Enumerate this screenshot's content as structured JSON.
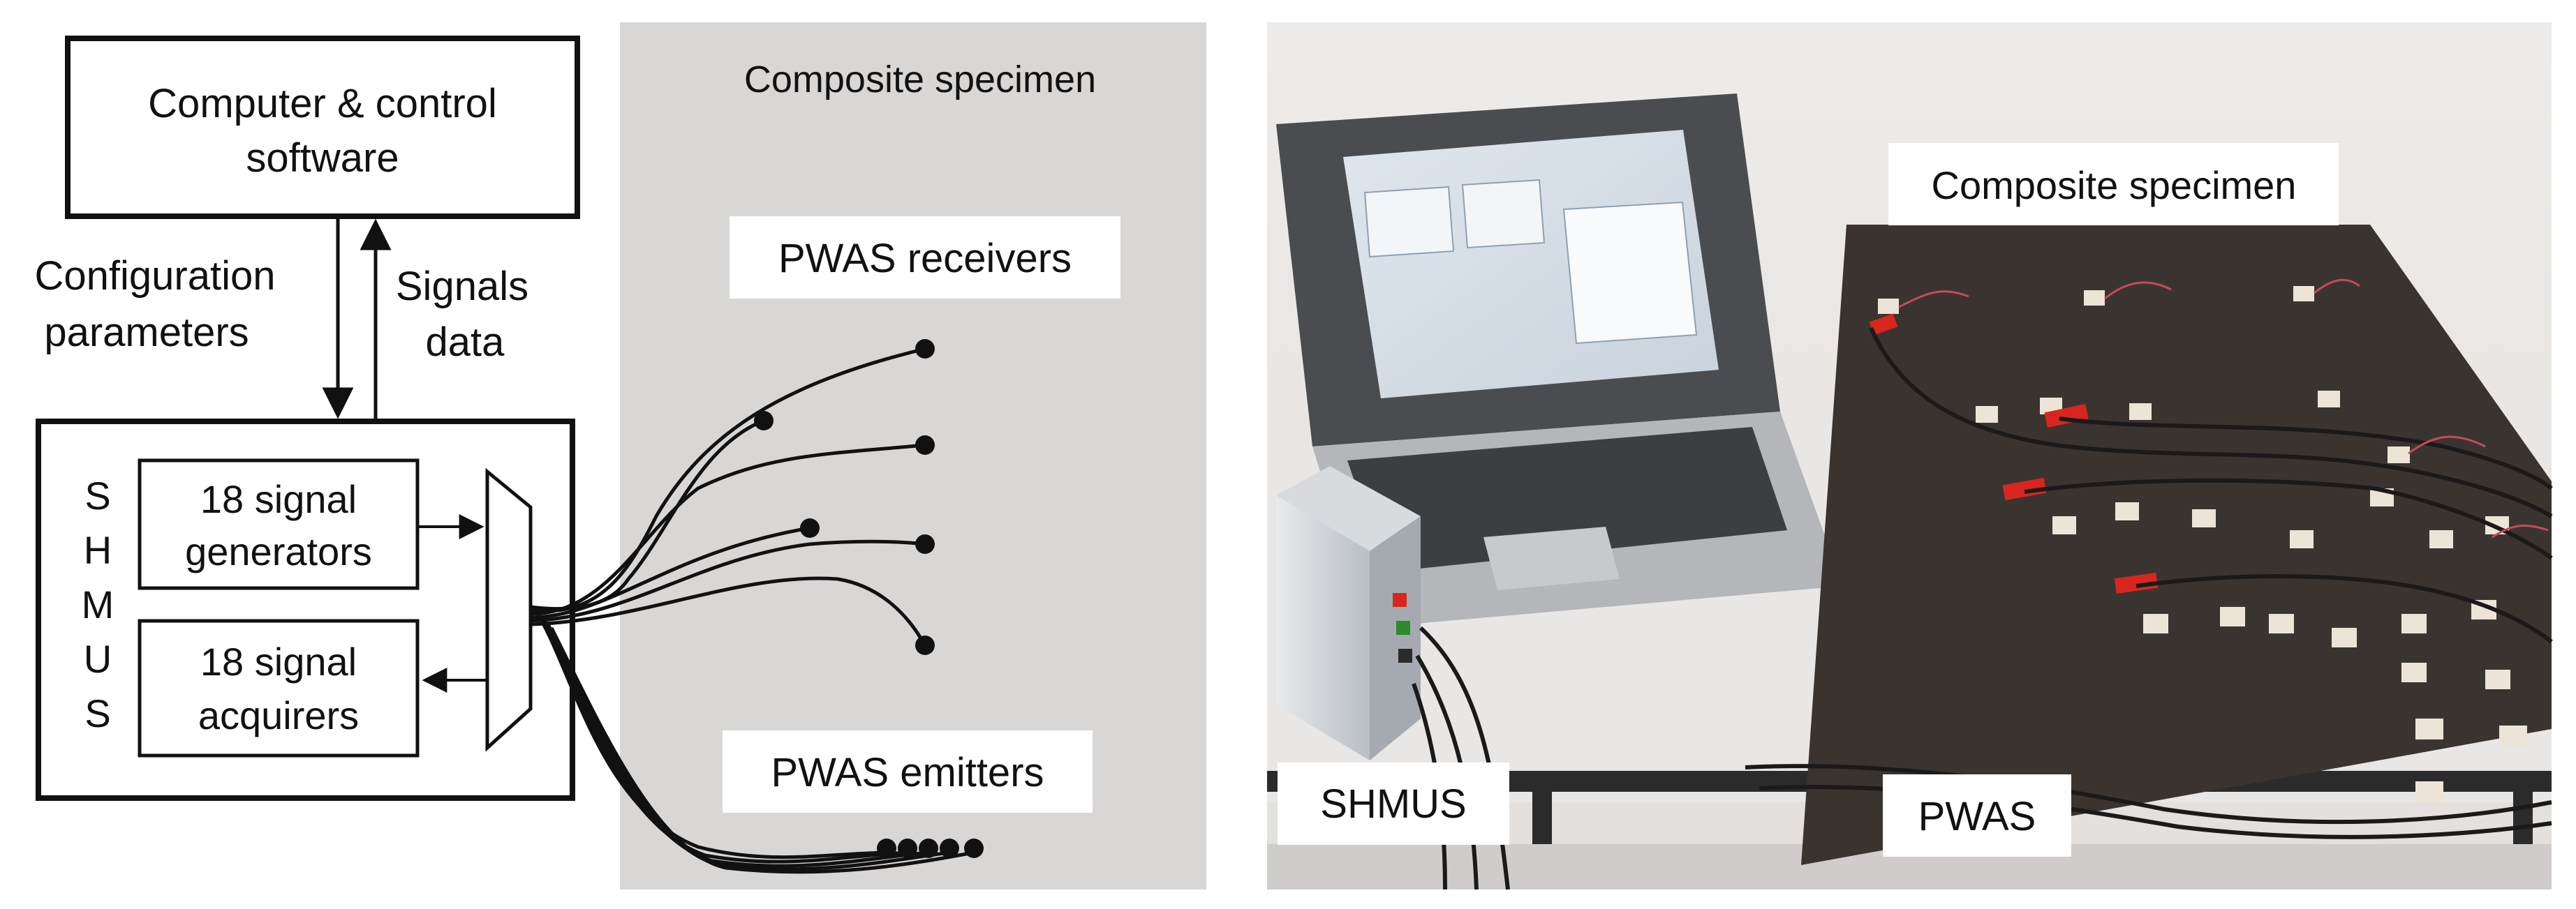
{
  "diagram": {
    "computer_box": {
      "line1": "Computer & control",
      "line2": "software"
    },
    "config_label": {
      "line1": "Configuration",
      "line2": "parameters"
    },
    "signals_label": {
      "line1": "Signals",
      "line2": "data"
    },
    "shmus_letters": [
      "S",
      "H",
      "M",
      "U",
      "S"
    ],
    "generators_box": {
      "line1": "18 signal",
      "line2": "generators"
    },
    "acquirers_box": {
      "line1": "18 signal",
      "line2": "acquirers"
    },
    "specimen_title": "Composite specimen",
    "receivers_label": "PWAS receivers",
    "emitters_label": "PWAS emitters"
  },
  "photo": {
    "specimen_label": "Composite specimen",
    "shmus_label": "SHMUS",
    "pwas_label": "PWAS"
  },
  "colors": {
    "specimen_panel": "#d9d6d6",
    "line": "#111111",
    "board": "#3a3431",
    "clip": "#d8261e"
  }
}
